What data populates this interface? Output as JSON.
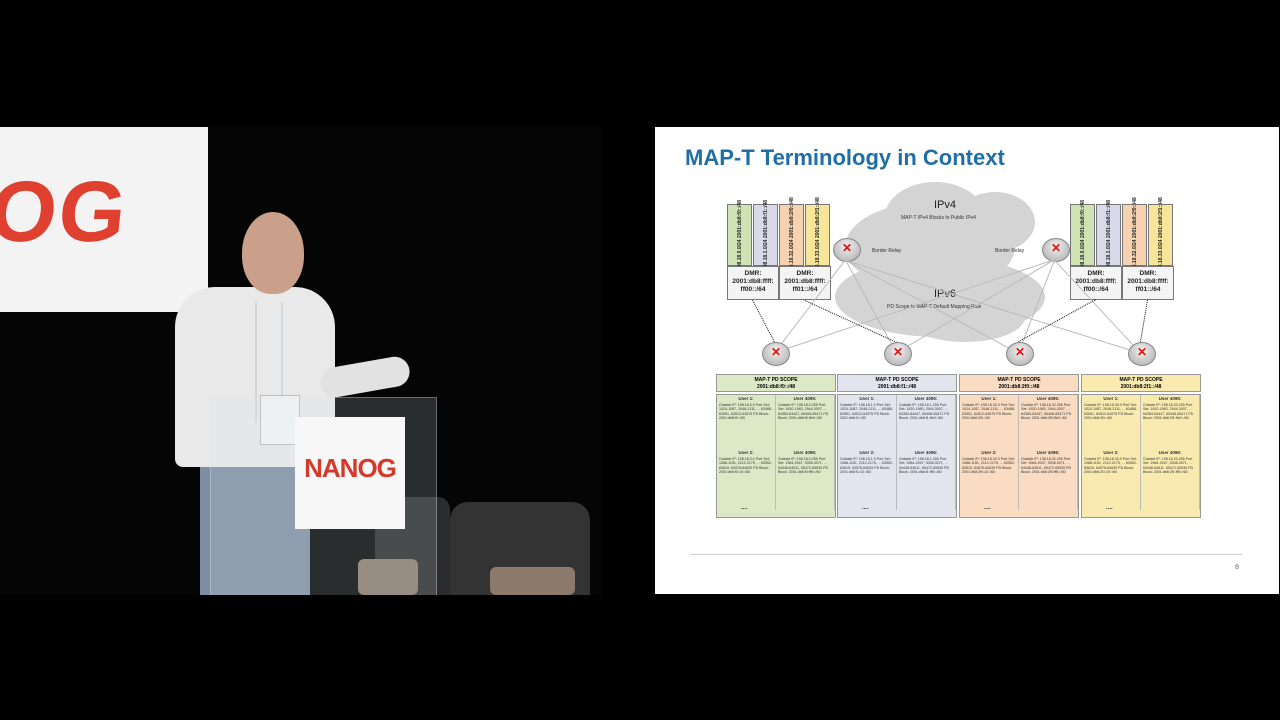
{
  "stage": {
    "banner_logo": "OG",
    "podium_logo": "NANOG"
  },
  "slide": {
    "title": "MAP-T Terminology in Context",
    "page_number": "8",
    "ipv4_label": "IPv4",
    "ipv4_sub": "MAP-T IPv4 Blocks to Public IPv4",
    "ipv6_label": "IPv6",
    "ipv6_sub": "PD Scope to MAP-T Default Mapping Rule",
    "border_relay": "Border Relay",
    "left_strips": [
      {
        "text": "198.18.0.0/24 2001:db8:f0::/48",
        "color": "#cfe2b4"
      },
      {
        "text": "198.18.1.0/24 2001:db8:f1::/48",
        "color": "#d9d9ea"
      },
      {
        "text": "198.18.32.0/24 2001:db8:2f0::/48",
        "color": "#f7d2b0"
      },
      {
        "text": "198.18.33.0/24 2001:db8:2f1::/48",
        "color": "#f7e59a"
      }
    ],
    "right_strips": [
      {
        "text": "198.18.0.0/24 2001:db8:f0::/48",
        "color": "#cfe2b4"
      },
      {
        "text": "198.18.1.0/24 2001:db8:f1::/48",
        "color": "#d9d9ea"
      },
      {
        "text": "198.18.32.0/24 2001:db8:2f0::/48",
        "color": "#f7d2b0"
      },
      {
        "text": "198.18.33.0/24 2001:db8:2f1::/48",
        "color": "#f7e59a"
      }
    ],
    "dmr_boxes": [
      {
        "line1": "DMR:",
        "line2": "2001:db8:ffff:",
        "line3": "ff00::/64"
      },
      {
        "line1": "DMR:",
        "line2": "2001:db8:ffff:",
        "line3": "ff01::/64"
      },
      {
        "line1": "DMR:",
        "line2": "2001:db8:ffff:",
        "line3": "ff00::/64"
      },
      {
        "line1": "DMR:",
        "line2": "2001:db8:ffff:",
        "line3": "ff01::/64"
      }
    ],
    "scopes": [
      {
        "head1": "MAP-T PD SCOPE",
        "head2": "2001:db8:f0::/48",
        "color": "#dbe9c6",
        "cells": [
          {
            "title": "User 1:",
            "body": "Outside IP: 198.18.0.0 Port Set: 1024-1087, 2048-2111, ... 63488-63551, 64512-64575 PD Block: 2001:db8:f0::/60"
          },
          {
            "title": "User 4095:",
            "body": "Outside IP: 198.18.0.255 Port Set: 1920-1983, 2944-3007, ... 64384-64447, 65408-65471 PD Block: 2001:db8:f0:ffe0::/60"
          },
          {
            "title": "User 2:",
            "body": "Outside IP: 198.18.0.0 Port Set: 1088-1151, 2112-2175, ... 63552-63615, 64576-64639 PD Block: 2001:db8:f0:10::/60"
          },
          {
            "title": "User 4096:",
            "body": "Outside IP: 198.18.0.255 Port Set: 1984-2047, 3008-3071, ... 64448-64511, 65472-65535 PD Block: 2001:db8:f0:fff0::/60"
          }
        ]
      },
      {
        "head1": "MAP-T PD SCOPE",
        "head2": "2001:db8:f1::/48",
        "color": "#e4e4ef",
        "cells": [
          {
            "title": "User 1:",
            "body": "Outside IP: 198.18.1.0 Port Set: 1024-1087, 2048-2111, ... 63488-63551, 64512-64575 PD Block: 2001:db8:f1::/60"
          },
          {
            "title": "User 4095:",
            "body": "Outside IP: 198.18.1.255 Port Set: 1920-1983, 2944-3007, ... 64384-64447, 65408-65471 PD Block: 2001:db8:f1:ffe0::/60"
          },
          {
            "title": "User 2:",
            "body": "Outside IP: 198.18.1.0 Port Set: 1088-1151, 2112-2175, ... 63552-63615, 64576-64639 PD Block: 2001:db8:f1:10::/60"
          },
          {
            "title": "User 4096:",
            "body": "Outside IP: 198.18.1.255 Port Set: 1984-2047, 3008-3071, ... 64448-64511, 65472-65535 PD Block: 2001:db8:f1:fff0::/60"
          }
        ]
      },
      {
        "head1": "MAP-T PD SCOPE",
        "head2": "2001:db8:2f0::/48",
        "color": "#f9dcc2",
        "cells": [
          {
            "title": "User 1:",
            "body": "Outside IP: 198.18.32.0 Port Set: 1024-1087, 2048-2111, ... 63488-63551, 64512-64575 PD Block: 2001:db8:2f0::/60"
          },
          {
            "title": "User 4095:",
            "body": "Outside IP: 198.18.32.255 Port Set: 1920-1983, 2944-3007, ... 64384-64447, 65408-65471 PD Block: 2001:db8:2f0:ffe0::/60"
          },
          {
            "title": "User 2:",
            "body": "Outside IP: 198.18.32.0 Port Set: 1088-1151, 2112-2175, ... 63552-63615, 64576-64639 PD Block: 2001:db8:2f0:10::/60"
          },
          {
            "title": "User 4096:",
            "body": "Outside IP: 198.18.32.255 Port Set: 1984-2047, 3008-3071, ... 64448-64511, 65472-65535 PD Block: 2001:db8:2f0:fff0::/60"
          }
        ]
      },
      {
        "head1": "MAP-T PD SCOPE",
        "head2": "2001:db8:2f1::/48",
        "color": "#f9ebb0",
        "cells": [
          {
            "title": "User 1:",
            "body": "Outside IP: 198.18.33.0 Port Set: 1024-1087, 2048-2111, ... 63488-63551, 64512-64575 PD Block: 2001:db8:2f1::/60"
          },
          {
            "title": "User 4095:",
            "body": "Outside IP: 198.18.33.255 Port Set: 1920-1983, 2944-3007, ... 64384-64447, 65408-65471 PD Block: 2001:db8:2f1:ffe0::/60"
          },
          {
            "title": "User 2:",
            "body": "Outside IP: 198.18.33.0 Port Set: 1088-1151, 2112-2175, ... 63552-63615, 64576-64639 PD Block: 2001:db8:2f1:10::/60"
          },
          {
            "title": "User 4096:",
            "body": "Outside IP: 198.18.33.255 Port Set: 1984-2047, 3008-3071, ... 64448-64511, 65472-65535 PD Block: 2001:db8:2f1:fff0::/60"
          }
        ]
      }
    ],
    "ellipsis": "...."
  }
}
